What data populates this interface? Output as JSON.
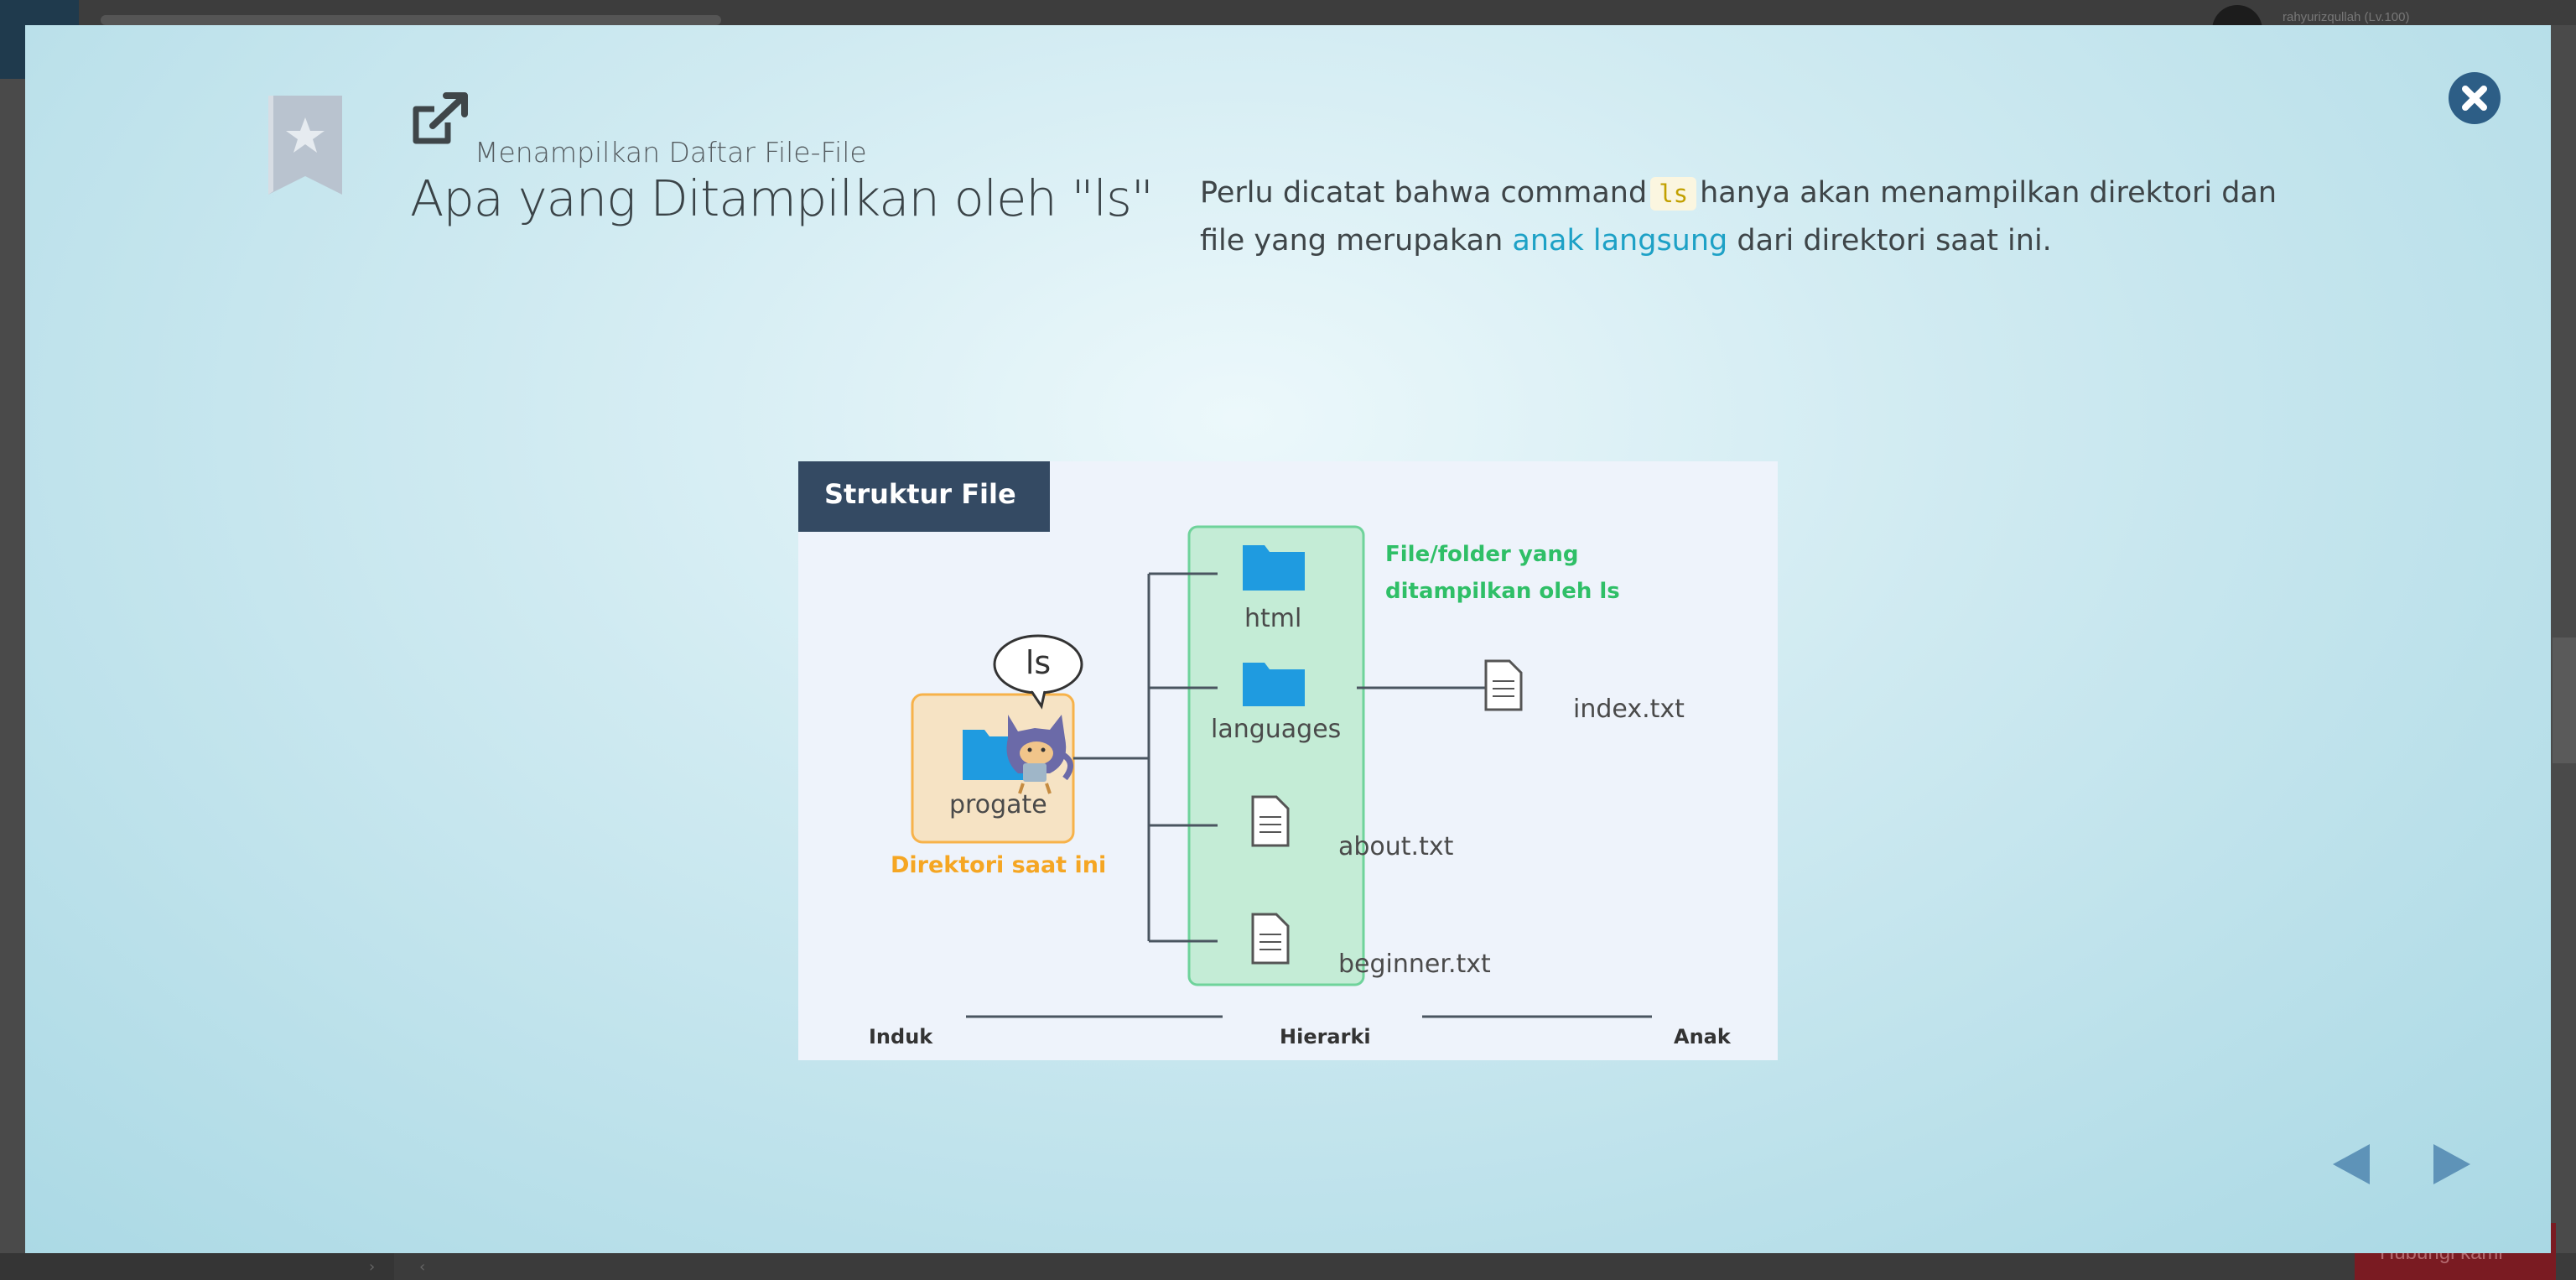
{
  "background": {
    "user_name": "rahyurizqullah (Lv.100)",
    "notes_button": "Hubungi kami"
  },
  "modal": {
    "section_label": "Menampilkan Daftar File-File",
    "title": "Apa yang Ditampilkan oleh \"ls\"",
    "description": {
      "part1": "Perlu dicatat bahwa command",
      "code": "ls",
      "part2": "hanya akan menampilkan direktori dan file yang merupakan",
      "highlight": "anak langsung",
      "part3": "dari direktori saat ini."
    },
    "icons": {
      "bookmark": "bookmark-star-icon",
      "external": "external-link-icon",
      "close": "close-icon",
      "prev": "arrow-left-icon",
      "next": "arrow-right-icon"
    },
    "colors": {
      "accent_link": "#1da1c6",
      "close_button": "#2d5e86",
      "nav_arrows": "#5e93b8"
    }
  },
  "diagram": {
    "header": "Struktur File",
    "bubble": "ls",
    "current_dir": "progate",
    "current_dir_caption": "Direktori saat ini",
    "listed_caption_line1": "File/folder yang",
    "listed_caption_line2": "ditampilkan oleh ls",
    "children": {
      "html": "html",
      "languages": "languages",
      "about": "about.txt",
      "beginner": "beginner.txt"
    },
    "grandchild": "index.txt",
    "axis": {
      "left": "Induk",
      "middle": "Hierarki",
      "right": "Anak"
    },
    "colors": {
      "header_bg": "#344a63",
      "folder": "#1f9be0",
      "listed_box": "#5fce91",
      "current_box": "#f7b24a",
      "caption_orange": "#f5a623",
      "caption_green": "#2fbf67"
    }
  }
}
